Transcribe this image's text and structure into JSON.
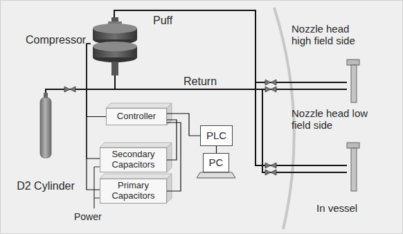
{
  "diagram": {
    "nodes": [
      {
        "text": [
          "Compressor"
        ]
      },
      {
        "text": [
          "D2 Cylinder"
        ]
      },
      {
        "text": [
          "Controller"
        ]
      },
      {
        "text": [
          "Secondary Capacitors"
        ]
      },
      {
        "text": [
          "Primary Capacitors"
        ]
      },
      {
        "text": [
          "PLC"
        ]
      },
      {
        "text": [
          "PC"
        ]
      },
      {
        "text": [
          "Nozzle head high field side"
        ]
      },
      {
        "text": [
          "Nozzle head low field side"
        ]
      }
    ],
    "edges": [
      {
        "from": 0,
        "to": 7,
        "arrow": "none",
        "label": "Puff"
      },
      {
        "from": 0,
        "to": 8,
        "arrow": "none"
      },
      {
        "from": 1,
        "to": 7,
        "arrow": "none",
        "label": "Return"
      },
      {
        "from": 1,
        "to": 8,
        "arrow": "none"
      },
      {
        "from": 0,
        "to": 2,
        "arrow": "none"
      },
      {
        "from": 0,
        "to": 3,
        "arrow": "none"
      },
      {
        "from": 0,
        "to": 4,
        "arrow": "none"
      },
      {
        "from": 2,
        "to": 3,
        "arrow": "none"
      },
      {
        "from": 2,
        "to": 4,
        "arrow": "none"
      },
      {
        "from": 2,
        "to": 5,
        "arrow": "none"
      },
      {
        "from": 5,
        "to": 6,
        "arrow": "none"
      }
    ],
    "labels": [
      "Power",
      "In vessel"
    ]
  }
}
